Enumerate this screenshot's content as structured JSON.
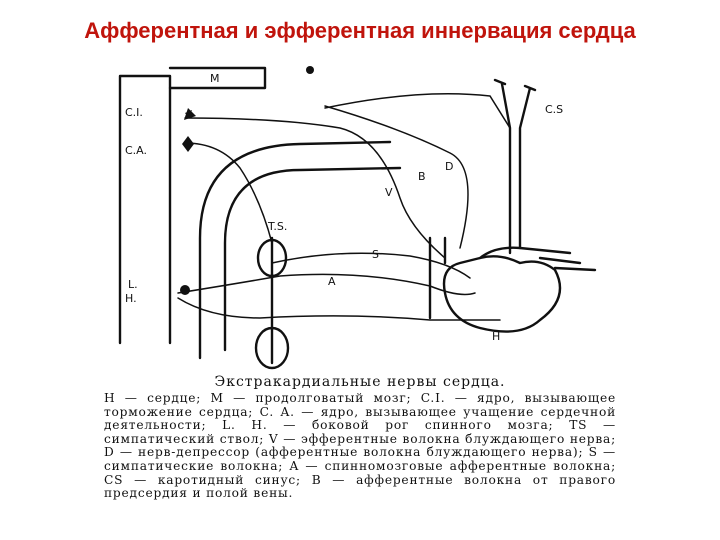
{
  "title": "Афферентная и эфферентная иннервация сердца",
  "figure": {
    "labels": {
      "M": "M",
      "CI": "C.I.",
      "CA": "C.A.",
      "CS": "C.S",
      "D": "D",
      "B": "B",
      "V": "V",
      "TS": "T.S.",
      "S": "S",
      "A": "A",
      "L": "L.",
      "Hs": "H.",
      "H": "H"
    }
  },
  "caption": {
    "heading": "Экстракардиальные нервы сердца.",
    "text": "H — сердце; M — продолговатый мозг; C.I. — ядро, вызывающее торможение сердца; C. A. — ядро, вызывающее учащение сердечной деятельности; L. H. — боковой рог спинного мозга; TS — симпатический ствол; V — эфферентные волокна блуждающего нерва; D — нерв-депрессор (афферентные волокна блуждающего нерва); S — симпатические волокна; A — спинномозговые афферентные волокна; CS — каротидный синус; B — афферентные волокна от правого предсердия и полой вены."
  }
}
